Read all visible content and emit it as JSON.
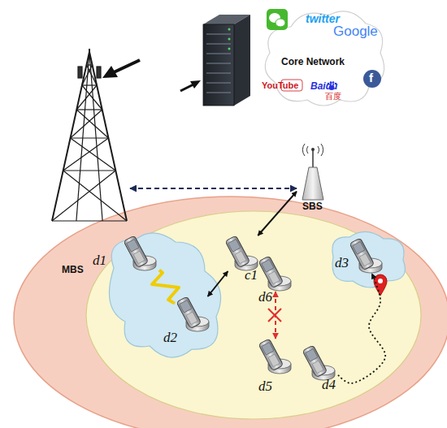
{
  "diagram": {
    "nodes": [
      {
        "text": [
          "Core Network"
        ]
      },
      {
        "text": [
          "MBS"
        ]
      },
      {
        "text": [
          "SBS"
        ]
      },
      {
        "text": [
          "d1"
        ]
      },
      {
        "text": [
          "c1"
        ]
      },
      {
        "text": [
          "d3"
        ]
      },
      {
        "text": [
          "d6"
        ]
      },
      {
        "text": [
          "d2"
        ]
      },
      {
        "text": [
          "d5"
        ]
      },
      {
        "text": [
          "d4"
        ]
      }
    ],
    "edges": [
      {
        "from": 1,
        "to": 2,
        "arrow": "both"
      },
      {
        "from": 2,
        "to": 4,
        "arrow": "both"
      },
      {
        "from": 4,
        "to": 7,
        "arrow": "both"
      },
      {
        "from": 3,
        "to": 7,
        "arrow": "none"
      },
      {
        "from": 6,
        "to": 8,
        "arrow": "both"
      },
      {
        "from": 9,
        "to": 5,
        "arrow": "to"
      }
    ],
    "labels": [
      "twitter",
      "Google",
      "YouTube",
      "Baidu",
      "百度",
      "f"
    ]
  }
}
